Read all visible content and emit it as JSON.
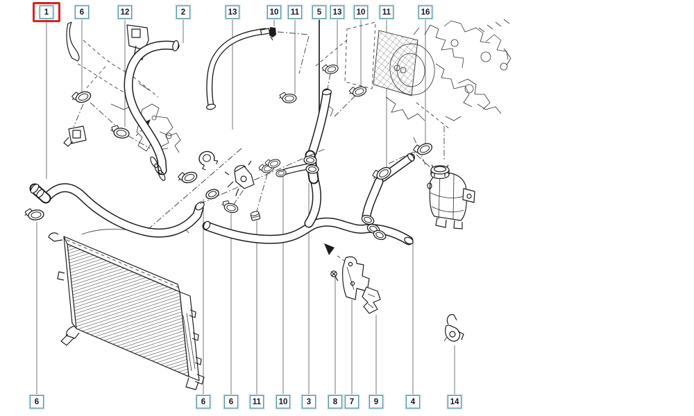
{
  "callouts": {
    "top": [
      {
        "n": "1",
        "highlighted": true
      },
      {
        "n": "6"
      },
      {
        "n": "12"
      },
      {
        "n": "2"
      },
      {
        "n": "13"
      },
      {
        "n": "10"
      },
      {
        "n": "11"
      },
      {
        "n": "5"
      },
      {
        "n": "13"
      },
      {
        "n": "10"
      },
      {
        "n": "11"
      },
      {
        "n": "16"
      }
    ],
    "bottom": [
      {
        "n": "6"
      },
      {
        "n": "6"
      },
      {
        "n": "6"
      },
      {
        "n": "11"
      },
      {
        "n": "10"
      },
      {
        "n": "3"
      },
      {
        "n": "8"
      },
      {
        "n": "7"
      },
      {
        "n": "9"
      },
      {
        "n": "4"
      },
      {
        "n": "14"
      }
    ]
  },
  "colors": {
    "background": "#ffffff",
    "line_art": "#1c1c1c",
    "leader_line": "#8d8d8d",
    "callout_border": "#4a8fa0",
    "callout_halo": "#c6dde2",
    "callout_text": "#14142e",
    "highlight": "#dc2020"
  }
}
